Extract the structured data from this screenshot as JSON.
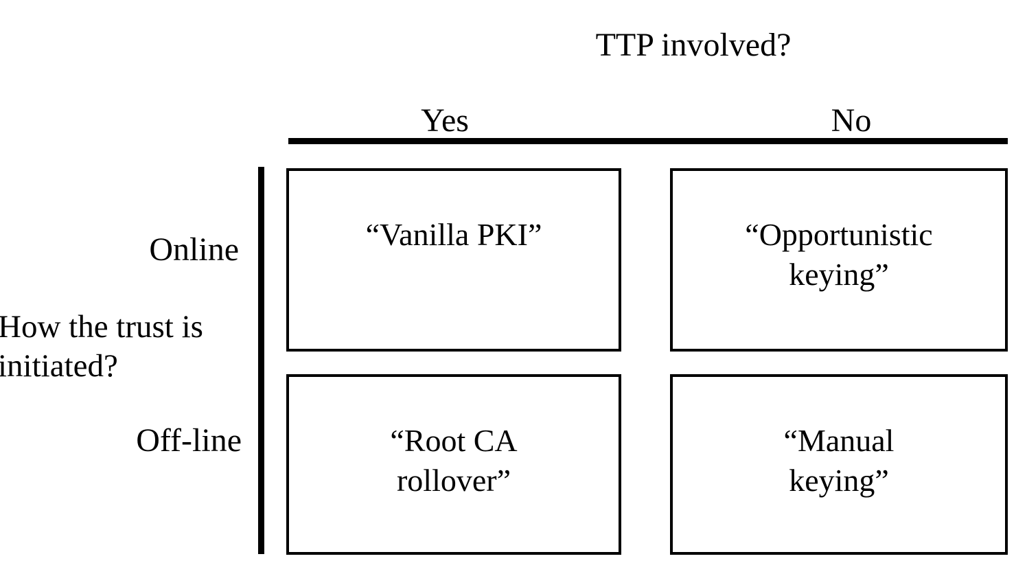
{
  "figure": {
    "column_axis": {
      "title": "TTP involved?",
      "columns": [
        {
          "label": "Yes"
        },
        {
          "label": "No"
        }
      ]
    },
    "row_axis": {
      "title": "How the trust is\ninitiated?",
      "rows": [
        {
          "label": "Online"
        },
        {
          "label": "Off-line"
        }
      ]
    },
    "cells": [
      {
        "row": "Online",
        "column": "Yes",
        "label": "“Vanilla PKI”"
      },
      {
        "row": "Online",
        "column": "No",
        "label": "“Opportunistic\nkeying”"
      },
      {
        "row": "Off-line",
        "column": "Yes",
        "label": "“Root CA\nrollover”"
      },
      {
        "row": "Off-line",
        "column": "No",
        "label": "“Manual\nkeying”"
      }
    ],
    "colors": {
      "background": "#ffffff",
      "lines": "#000000",
      "text": "#000000"
    }
  }
}
